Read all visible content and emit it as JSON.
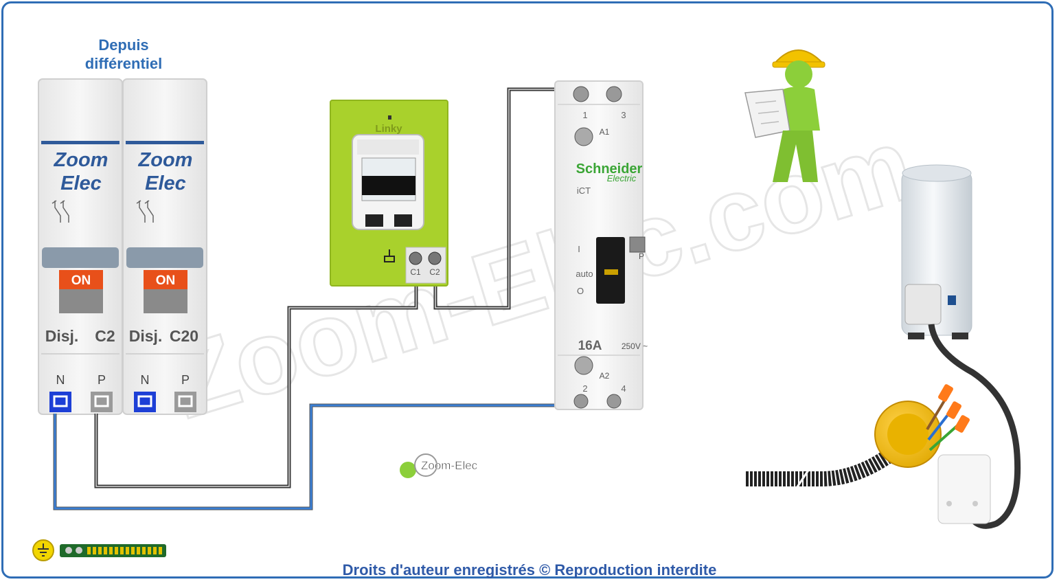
{
  "header": {
    "line1": "Depuis",
    "line2": "différentiel"
  },
  "breakers": [
    {
      "brand1": "Zoom",
      "brand2": "Elec",
      "state": "ON",
      "prefix": "Disj.",
      "rating": "C2",
      "term_n": "N",
      "term_p": "P"
    },
    {
      "brand1": "Zoom",
      "brand2": "Elec",
      "state": "ON",
      "prefix": "Disj.",
      "rating": "C20",
      "term_n": "N",
      "term_p": "P"
    }
  ],
  "linky": {
    "brand": "Linky",
    "term_c1": "C1",
    "term_c2": "C2"
  },
  "contactor": {
    "brand": "Schneider",
    "brand_sub": "Electric",
    "model": "iCT",
    "rating": "16A",
    "voltage": "250V ~",
    "t1": "1",
    "t3": "3",
    "a1": "A1",
    "a2": "A2",
    "t2": "2",
    "t4": "4",
    "pos_i": "I",
    "pos_auto": "auto",
    "pos_o": "O",
    "p": "P"
  },
  "watermark": "Zoom-Elec.com",
  "logo_small": "Zoom-Elec",
  "footer": "Droits d'auteur enregistrés © Reproduction interdite",
  "colors": {
    "frame": "#2f6db5",
    "neutral": "#3a7fd5",
    "phase": "#333333",
    "linky": "#a9d12c",
    "brand": "#2f5a9a",
    "on": "#e8501a"
  }
}
